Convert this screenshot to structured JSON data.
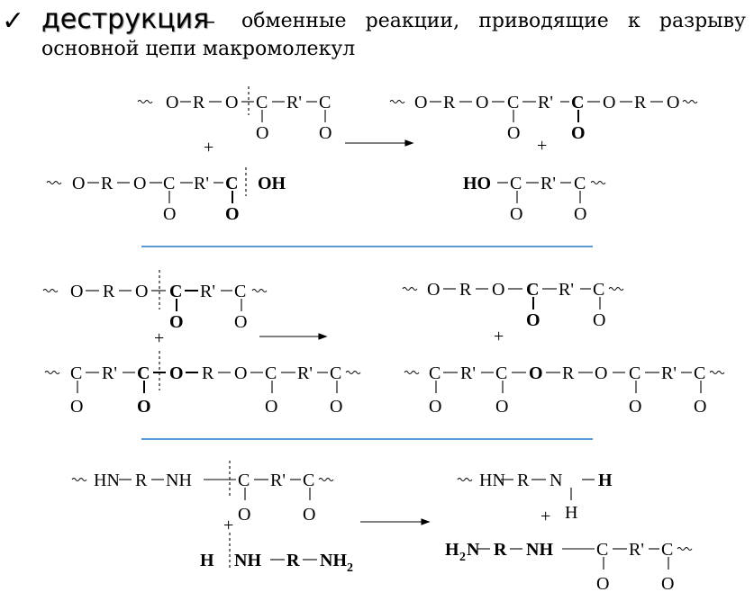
{
  "header": {
    "check_icon": "✓",
    "term": "деструкция",
    "dash": "–",
    "definition_line1": "обменные реакции, приводящие к разрыву",
    "definition_line2": "основной цепи макромолекул"
  },
  "colors": {
    "separator": "#5b9bd5",
    "text": "#000000"
  },
  "icons": {
    "wavy_bond": "wavy-bond-icon",
    "arrow": "reaction-arrow-icon"
  }
}
